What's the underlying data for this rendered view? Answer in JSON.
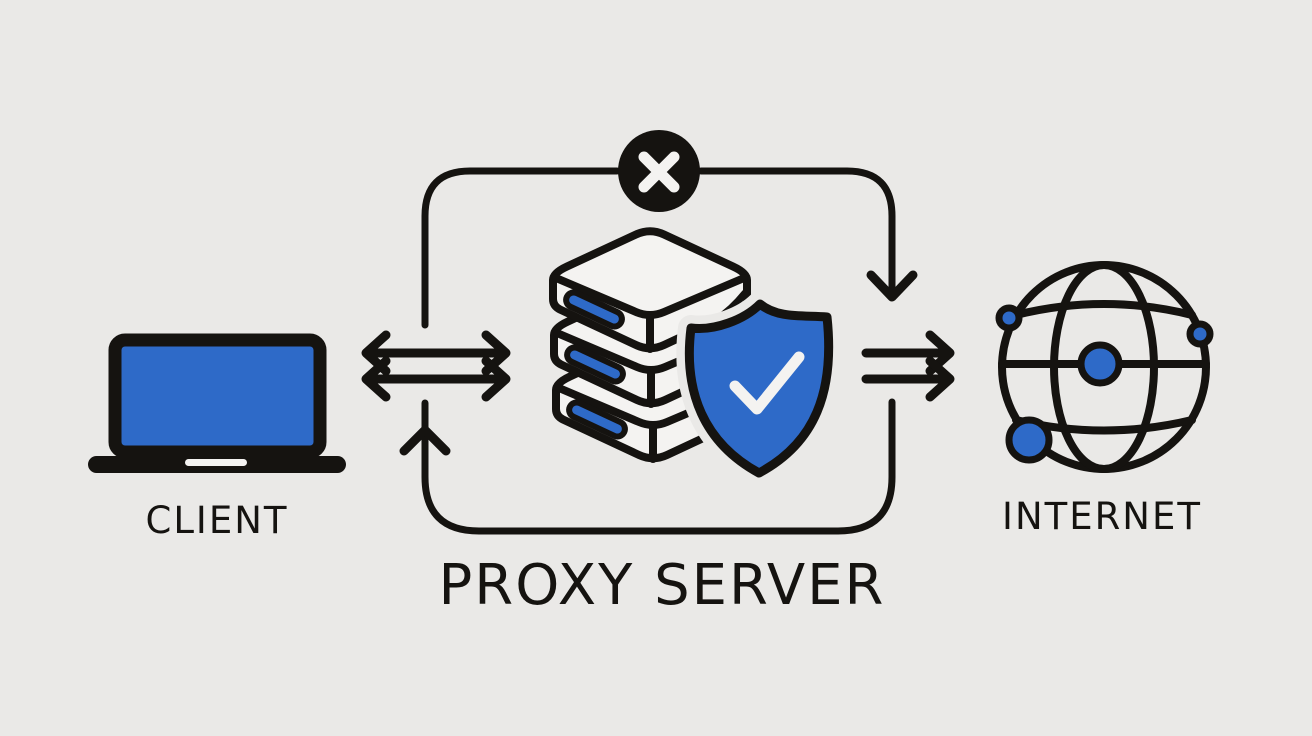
{
  "colors": {
    "background": "#eae9e7",
    "line_black": "#151310",
    "accent_blue": "#2e6ac8",
    "icon_fill_white": "#f4f3f1"
  },
  "diagram": {
    "type": "network-flow-diagram",
    "nodes": [
      {
        "id": "client",
        "label": "CLIENT",
        "icon": "laptop-icon"
      },
      {
        "id": "proxy",
        "label": "PROXY SERVER",
        "icon": "server-stack-shield-icon"
      },
      {
        "id": "internet",
        "label": "INTERNET",
        "icon": "globe-icon"
      }
    ],
    "connections": [
      {
        "from": "client",
        "to": "proxy",
        "style": "double-line",
        "direction": "bidirectional"
      },
      {
        "from": "proxy",
        "to": "internet",
        "style": "double-line",
        "direction": "forward"
      },
      {
        "from": "client",
        "to": "internet",
        "style": "blocked-direct-route-over-top",
        "marker": "blocked-x-icon",
        "direction": "forward"
      },
      {
        "from": "internet",
        "to": "client",
        "style": "return-route-under-bottom",
        "direction": "forward"
      }
    ],
    "icons": {
      "proxy_shield_badge": "checkmark",
      "blocked_marker": "x-cross"
    }
  }
}
